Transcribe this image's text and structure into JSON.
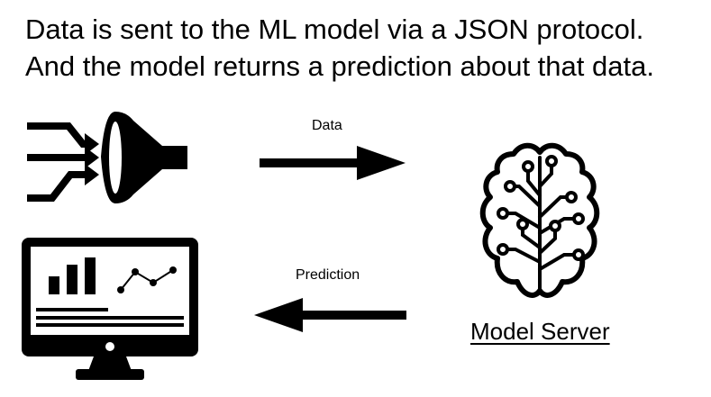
{
  "heading": {
    "line1": "Data is sent to the ML model via a JSON protocol.",
    "line2": "And the model returns a prediction about that data."
  },
  "arrows": {
    "data_label": "Data",
    "prediction_label": "Prediction"
  },
  "server": {
    "label": "Model Server"
  },
  "icons": {
    "source": "funnel-icon",
    "client": "monitor-dashboard-icon",
    "model": "brain-circuit-icon"
  },
  "colors": {
    "foreground": "#000000",
    "background": "#ffffff"
  }
}
